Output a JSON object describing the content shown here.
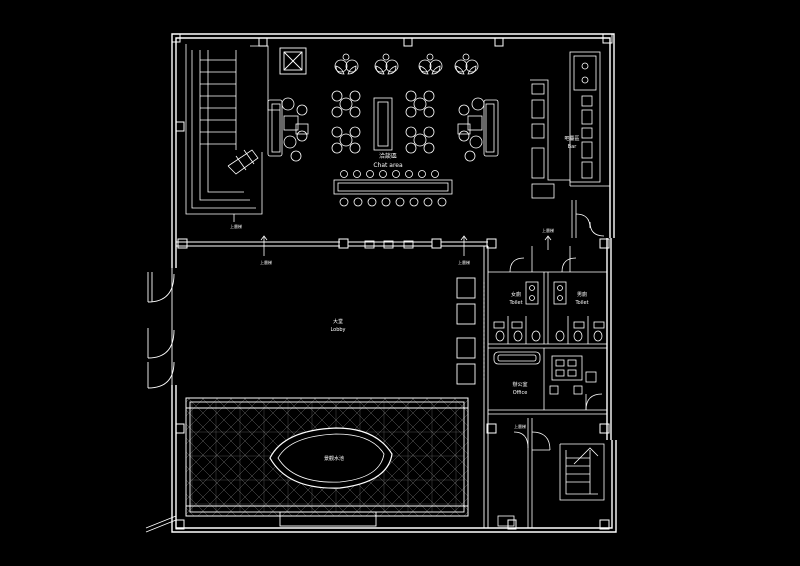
{
  "colors": {
    "background": "#000000",
    "line": "#ffffff"
  },
  "rooms": {
    "chat_area": {
      "zh": "洽談區",
      "en": "Chat area"
    },
    "bar": {
      "zh": "吧臺區",
      "en": "Bar"
    },
    "lobby": {
      "zh": "大堂",
      "en": "Lobby"
    },
    "toilet_f": {
      "zh": "女廁",
      "en": "Toilet"
    },
    "toilet_m": {
      "zh": "男廁",
      "en": "Toilet"
    },
    "office": {
      "zh": "辦公室",
      "en": "Office"
    },
    "feature": {
      "zh": "景觀水池"
    }
  },
  "annotations": {
    "stair_up_1": "上層梯",
    "stair_up_2": "上層梯",
    "stair_up_3": "上層梯",
    "stair_up_4": "上層梯",
    "stair_up_5": "上層梯"
  }
}
